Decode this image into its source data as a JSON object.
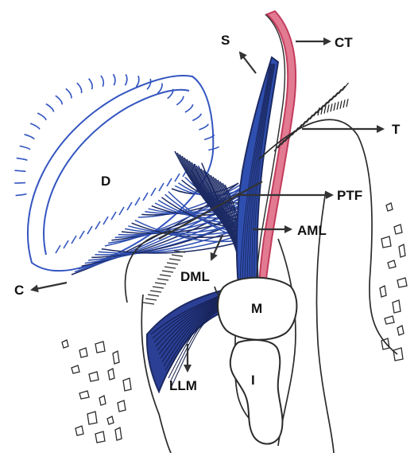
{
  "labels": {
    "D": "D",
    "S": "S",
    "CT": "CT",
    "T": "T",
    "PTF": "PTF",
    "AML": "AML",
    "DML": "DML",
    "C": "C",
    "M": "M",
    "I": "I",
    "LLM": "LLM"
  },
  "colors": {
    "background": "#ffffff",
    "outline": "#2b2b2b",
    "arrow": "#333333",
    "muscle_blue": "#2f4fb0",
    "muscle_dark": "#1c2a63",
    "cord_red": "#c23c5c",
    "cord_fill": "#e27a92"
  }
}
